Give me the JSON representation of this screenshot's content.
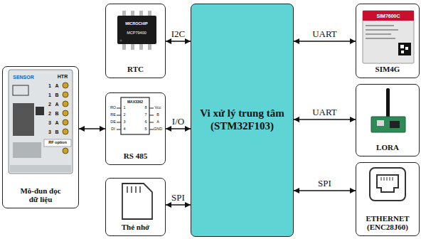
{
  "diagram": {
    "nodes": [
      {
        "text": [
          "RTC"
        ]
      },
      {
        "text": [
          "Vi xử lý trung tâm (STM32F103)"
        ]
      },
      {
        "text": [
          "SIM4G"
        ]
      },
      {
        "text": [
          "Mô-đun đọc dữ liệu"
        ]
      },
      {
        "text": [
          "RS 485"
        ]
      },
      {
        "text": [
          "LORA"
        ]
      },
      {
        "text": [
          "Thẻ nhớ"
        ]
      },
      {
        "text": [
          "ETHERNET (ENC28J60)"
        ]
      }
    ],
    "edges": [
      {
        "from": 0,
        "to": 1,
        "arrow": "both",
        "label": "I2C"
      },
      {
        "from": 1,
        "to": 2,
        "arrow": "both",
        "label": "UART"
      },
      {
        "from": 3,
        "to": 4,
        "arrow": "both"
      },
      {
        "from": 4,
        "to": 1,
        "arrow": "both",
        "label": "I/O"
      },
      {
        "from": 1,
        "to": 5,
        "arrow": "both",
        "label": "UART"
      },
      {
        "from": 6,
        "to": 1,
        "arrow": "both",
        "label": "SPI"
      },
      {
        "from": 1,
        "to": 7,
        "arrow": "both",
        "label": "SPI"
      }
    ],
    "labels": [
      "MICROCHIP",
      "MCP79400",
      "SIM7600C",
      "RO",
      "RE",
      "DE",
      "DI",
      "1",
      "2",
      "3",
      "4",
      "MAX3362",
      "8",
      "7",
      "6",
      "5",
      "Vcc",
      "B",
      "A",
      "GND",
      "SENSOR",
      "HTR",
      "1",
      "A",
      "1",
      "B",
      "2",
      "A",
      "2",
      "B",
      "3",
      "A",
      "3",
      "B",
      "RF option"
    ]
  }
}
